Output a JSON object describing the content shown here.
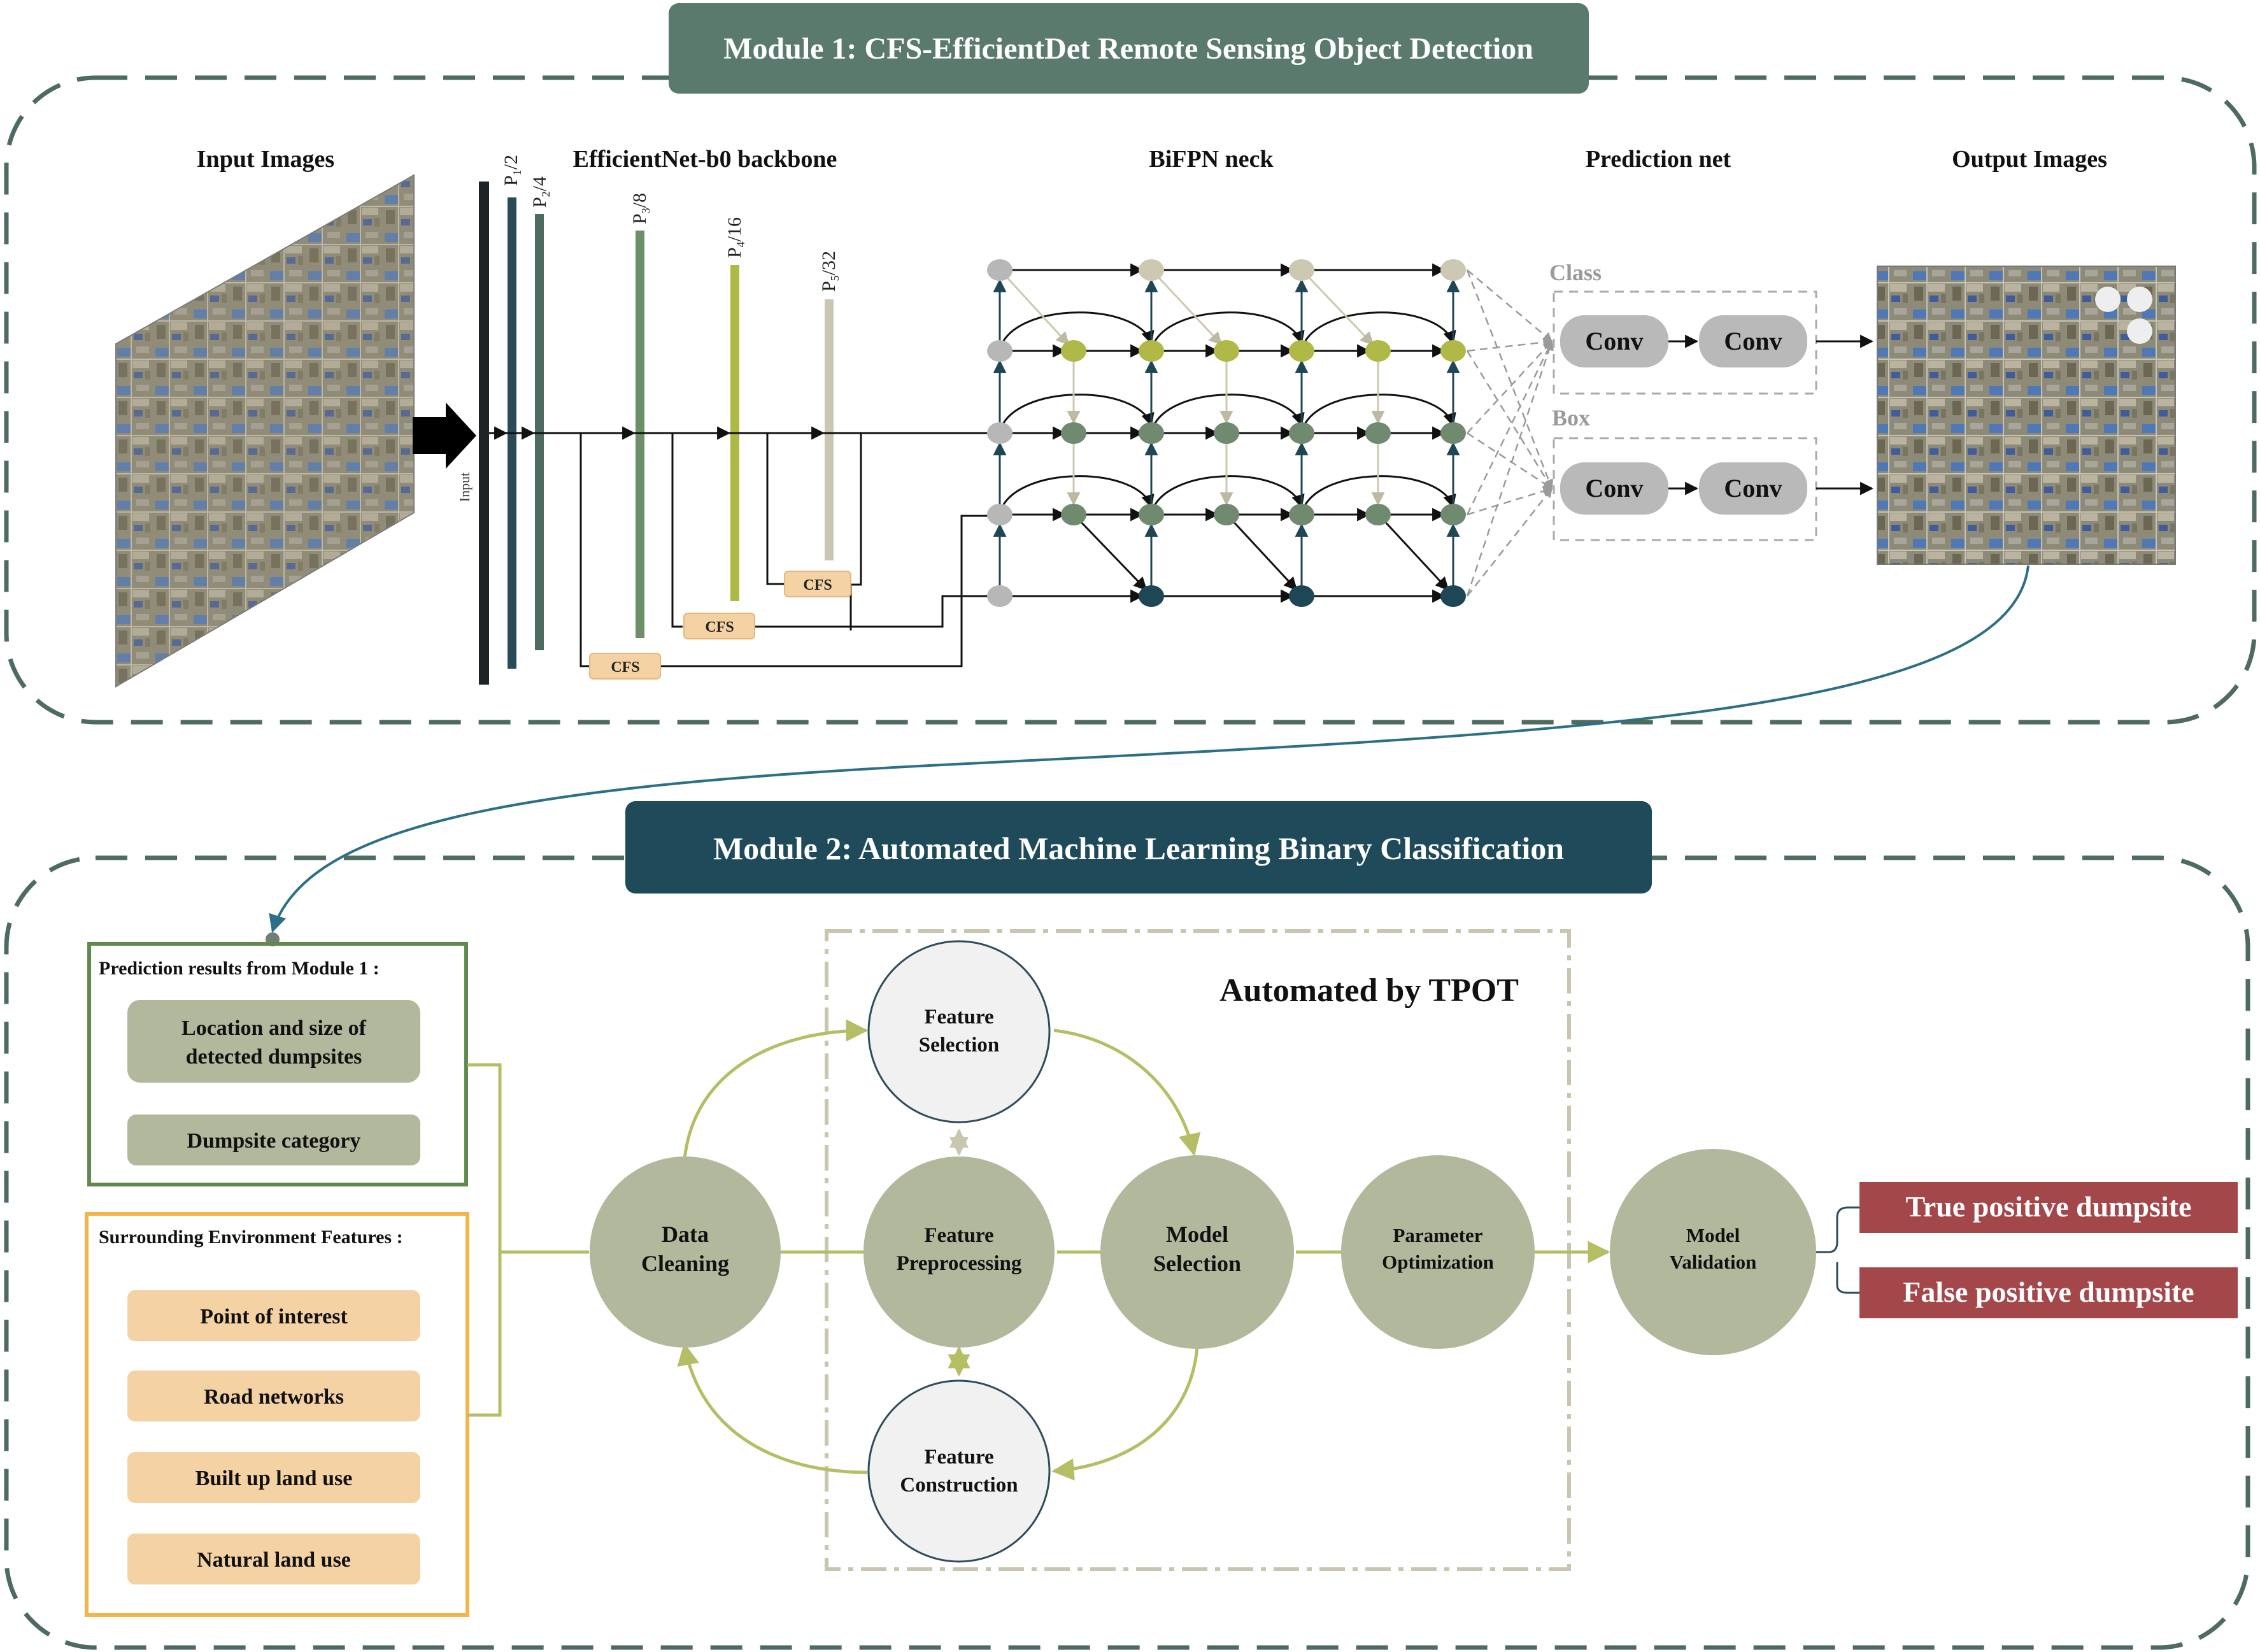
{
  "colors": {
    "module1_header": "#5a7a6e",
    "module2_header": "#1e4a5a",
    "dashed_border": "#4d6b5e",
    "sage_node": "#b2b89c",
    "sage_dark": "#a9b191",
    "feature_circle": "#f1f1f1",
    "feature_circle_stroke": "#2e4d5c",
    "olive_arrow": "#b5bd65",
    "tpot_box": "#c8c6ae",
    "poi_box": "#f5d2a4",
    "env_border": "#f1b54a",
    "pred_border": "#5f8a4c",
    "result_box": "#a4474a",
    "cfs_box": "#f5d2a4",
    "connector_blue": "#2d6f86",
    "bifpn_grey": "#b7b7b7",
    "bifpn_beige": "#cdc8b2",
    "bifpn_olive": "#b0b847",
    "bifpn_green": "#6f8a6e",
    "bifpn_dark": "#1f4654",
    "bar_black": "#1e2328",
    "bar_p1": "#294a57",
    "bar_p2": "#4e6b5f",
    "bar_p3": "#6e8d69",
    "bar_p4": "#aeb845",
    "bar_p5": "#cac6b2"
  },
  "module1": {
    "title": "Module 1: CFS-EfficientDet Remote Sensing Object Detection",
    "input_images": "Input Images",
    "input_label": "Input",
    "backbone": "EfficientNet-b0 backbone",
    "neck": "BiFPN neck",
    "prediction_net": "Prediction net",
    "output_images": "Output Images",
    "levels": [
      {
        "p": "P",
        "sub": "1",
        "div": "/2"
      },
      {
        "p": "P",
        "sub": "2",
        "div": "/4"
      },
      {
        "p": "P",
        "sub": "3",
        "div": "/8"
      },
      {
        "p": "P",
        "sub": "4",
        "div": "/16"
      },
      {
        "p": "P",
        "sub": "5",
        "div": "/32"
      }
    ],
    "cfs": "CFS",
    "class_label": "Class",
    "box_label": "Box",
    "conv": "Conv"
  },
  "module2": {
    "title": "Module 2: Automated Machine Learning Binary Classification",
    "prediction_results": "Prediction results from Module 1 :",
    "location_size": [
      "Location and size of",
      "detected dumpsites"
    ],
    "dumpsite_category": "Dumpsite category",
    "surrounding": "Surrounding Environment Features :",
    "env_items": [
      "Point of interest",
      "Road networks",
      "Built up land use",
      "Natural land  use"
    ],
    "automated_by": "Automated by TPOT",
    "data_cleaning": [
      "Data",
      "Cleaning"
    ],
    "feature_selection": [
      "Feature",
      "Selection"
    ],
    "feature_preprocessing": [
      "Feature",
      "Preprocessing"
    ],
    "model_selection": [
      "Model",
      "Selection"
    ],
    "feature_construction": [
      "Feature",
      "Construction"
    ],
    "parameter_optimization": [
      "Parameter",
      "Optimization"
    ],
    "model_validation": [
      "Model",
      "Validation"
    ],
    "true_positive": "True positive dumpsite",
    "false_positive": "False positive dumpsite"
  }
}
